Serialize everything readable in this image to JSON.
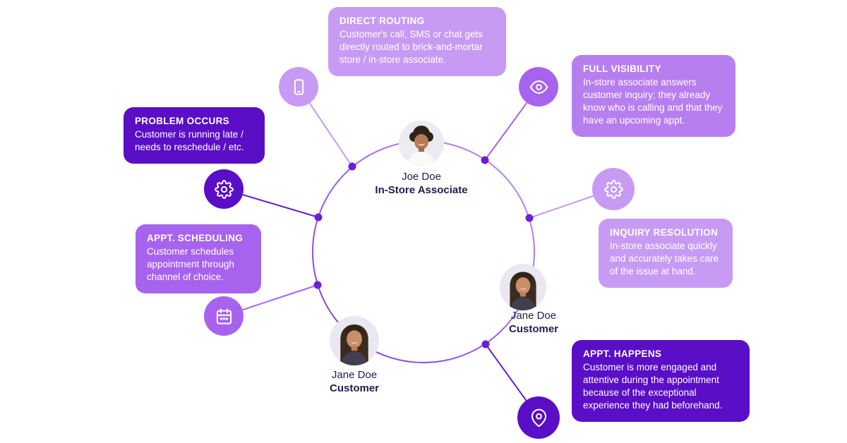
{
  "title": "Customer journey diagram",
  "palette": {
    "dark": "#5A0EC6",
    "medium": "#A763EE",
    "medium-light": "#B77EF0",
    "light": "#C79BF4",
    "ring-a": "#7E3ADB",
    "ring-b": "#BE90F2",
    "dot": "#6D1FD1",
    "line-dark": "#6A1ECF",
    "line-medium": "#A763EE",
    "line-light": "#C49BF3",
    "name-text": "#221C4E",
    "card-text": "#FFFFFF"
  },
  "cards": [
    {
      "title": "DIRECT ROUTING",
      "body": "Customer's call, SMS or chat gets directly routed to brick-and-mortar store / in-store associate.",
      "tone": "light"
    },
    {
      "title": "FULL VISIBILITY",
      "body": "In-store associate answers customer inquiry; they already know who is calling and that they have an upcoming appt.",
      "tone": "medium-light"
    },
    {
      "title": "PROBLEM OCCURS",
      "body": "Customer is running late / needs to reschedule / etc.",
      "tone": "dark"
    },
    {
      "title": "APPT. SCHEDULING",
      "body": "Customer schedules appointment through channel of choice.",
      "tone": "medium"
    },
    {
      "title": "INQUIRY RESOLUTION",
      "body": "In-store associate quickly and accurately takes care of the issue at hand.",
      "tone": "light"
    },
    {
      "title": "APPT.  HAPPENS",
      "body": "Customer is more engaged and attentive during the appointment because of the exceptional experience they had beforehand.",
      "tone": "dark"
    }
  ],
  "people": [
    {
      "name": "Joe Doe",
      "role": "In-Store Associate"
    },
    {
      "name": "Jane Doe",
      "role": "Customer"
    },
    {
      "name": "Jane Doe",
      "role": "Customer"
    }
  ],
  "icons": [
    {
      "name": "smartphone-icon",
      "tone": "light"
    },
    {
      "name": "eye-icon",
      "tone": "medium"
    },
    {
      "name": "gear-icon",
      "tone": "dark"
    },
    {
      "name": "gear-icon",
      "tone": "light"
    },
    {
      "name": "calendar-icon",
      "tone": "medium"
    },
    {
      "name": "location-pin-icon",
      "tone": "dark"
    }
  ]
}
